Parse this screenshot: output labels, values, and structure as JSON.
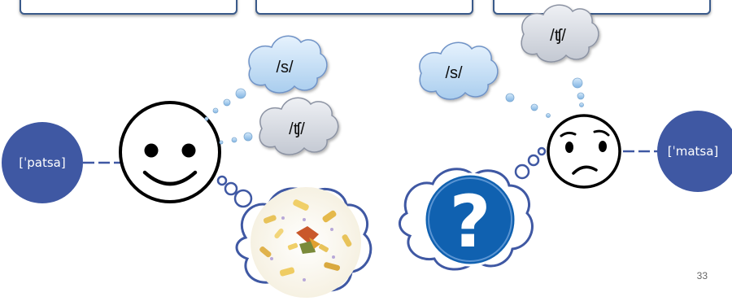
{
  "colors": {
    "node": "#3f58a3",
    "cloud_blue": "#cfe6fa",
    "cloud_gray": "#dcdfe6",
    "bubble": "#9cc7ea",
    "question": "#1061b0"
  },
  "diagram": {
    "left_node": "[ˈpatsa]",
    "right_node": "[ˈmatsa]",
    "left_thought_top": "/s/",
    "left_thought_bottom": "/ʧ/",
    "right_thought_left": "/s/",
    "right_thought_top": "/ʧ/",
    "question_mark": "?"
  },
  "page_number": "33",
  "icons": [
    "happy-face-icon",
    "confused-face-icon",
    "question-mark-icon",
    "pasta-image"
  ]
}
